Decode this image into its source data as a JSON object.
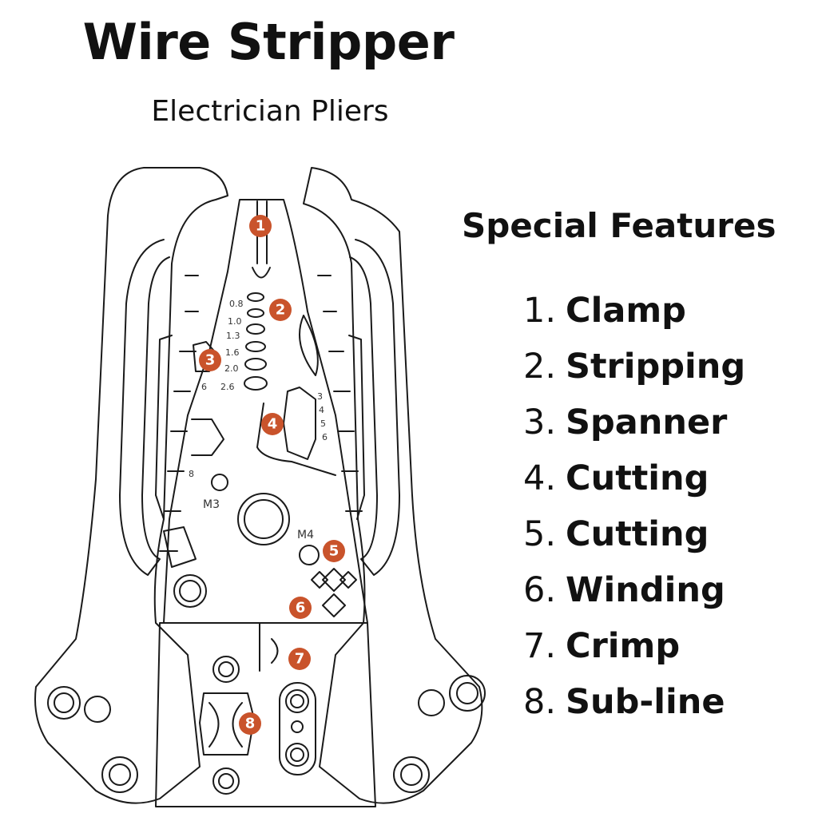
{
  "title": "Wire Stripper",
  "subtitle": "Electrician Pliers",
  "features": {
    "heading": "Special Features",
    "items": [
      {
        "num": "1.",
        "label": "Clamp"
      },
      {
        "num": "2.",
        "label": "Stripping"
      },
      {
        "num": "3.",
        "label": "Spanner"
      },
      {
        "num": "4.",
        "label": "Cutting"
      },
      {
        "num": "5.",
        "label": "Cutting"
      },
      {
        "num": "6.",
        "label": "Winding"
      },
      {
        "num": "7.",
        "label": "Crimp"
      },
      {
        "num": "8.",
        "label": "Sub-line"
      }
    ]
  },
  "diagram": {
    "badges": [
      "1",
      "2",
      "3",
      "4",
      "5",
      "6",
      "7",
      "8"
    ],
    "gauge_left": [
      "0.8",
      "1.0",
      "1.3",
      "1.6",
      "2.0",
      "2.6"
    ],
    "gauge_right": [
      "3",
      "4",
      "5",
      "6"
    ],
    "spanner_sizes": [
      "6",
      "8"
    ],
    "thread_labels": [
      "M3",
      "M4"
    ],
    "badge_color": "#c9532b"
  }
}
